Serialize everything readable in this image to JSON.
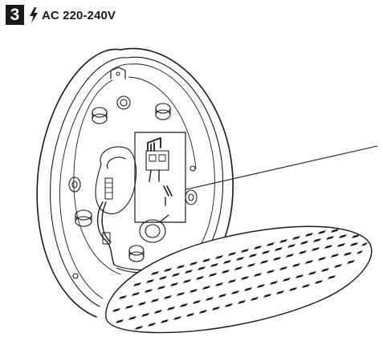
{
  "header": {
    "step_number": "3",
    "voltage_text": "AC 220-240V",
    "voltage_icon": "lightning-bolt-icon"
  },
  "illustration": {
    "subject": "ceiling-lamp-base-with-terminal-block-and-diffuser",
    "line_color": "#1a1a1a",
    "background": "#ffffff"
  }
}
